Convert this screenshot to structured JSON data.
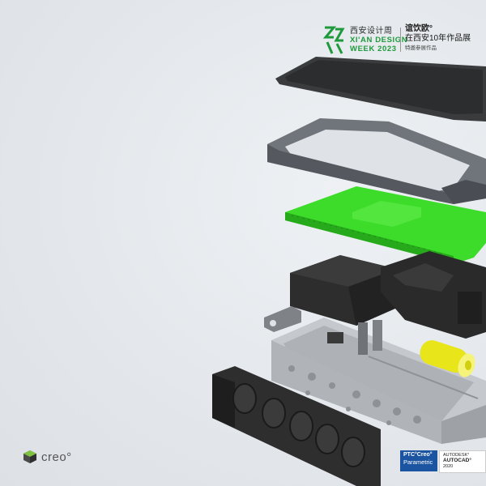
{
  "design_week": {
    "cn": "西安设计周",
    "en_line1": "XI'AN DESIGN",
    "en_line2": "WEEK 2023"
  },
  "expo": {
    "brand": "谊饮欧°",
    "title": "在西安10年作品展",
    "subtitle": "特邀参展作品"
  },
  "creo": {
    "word": "creo°"
  },
  "badges": {
    "ptc_line1": "PTC°Creo°",
    "ptc_line2": "Parametric",
    "ac_line1": "AUTODESK°",
    "ac_line2": "AUTOCAD°",
    "ac_line3": "2020"
  },
  "colors": {
    "pcb_green": "#3ddc2a",
    "dark_part": "#2d2d2d",
    "frame_gray": "#7c8087",
    "housing_gray": "#b9bcc0",
    "yellow_part": "#e8e61a",
    "brand_green": "#1e9a3c"
  }
}
